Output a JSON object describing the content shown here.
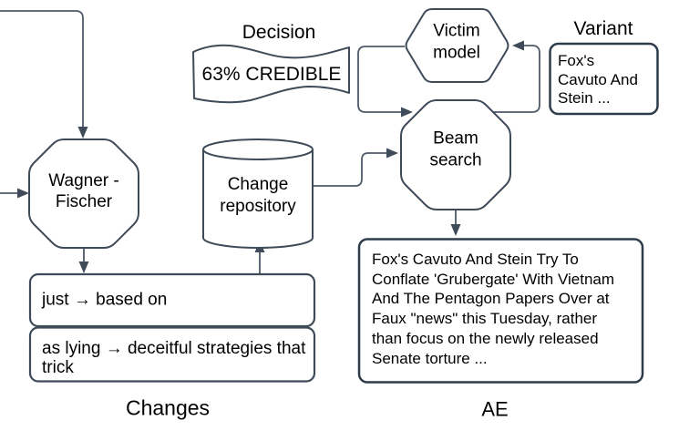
{
  "colors": {
    "background": "#ffffff",
    "shape_stroke": "#3f4b59",
    "connector_stroke": "#4f5a68",
    "bold_box_stroke": "#2e3b4a",
    "text": "#000000"
  },
  "diagram": {
    "titles": {
      "decision": "Decision",
      "variant": "Variant"
    },
    "nodes": {
      "wagner_fischer": "Wagner -\nFischer",
      "victim_model": "Victim\nmodel",
      "beam_search": "Beam\nsearch",
      "change_repository": "Change\nrepository",
      "decision_tape": "63% CREDIBLE",
      "variant_sample": "Fox's\nCavuto And\nStein ...",
      "change_1": "just → based on",
      "change_2": "as lying → deceitful strategies that\ntrick",
      "adversarial_example": "Fox's Cavuto And Stein Try To\nConflate 'Grubergate' With Vietnam\nAnd The Pentagon Papers Over at\nFaux \"news\" this Tuesday, rather\nthan focus on the newly released\nSenate torture ..."
    },
    "captions": {
      "changes": "Changes",
      "ae": "AE"
    }
  }
}
